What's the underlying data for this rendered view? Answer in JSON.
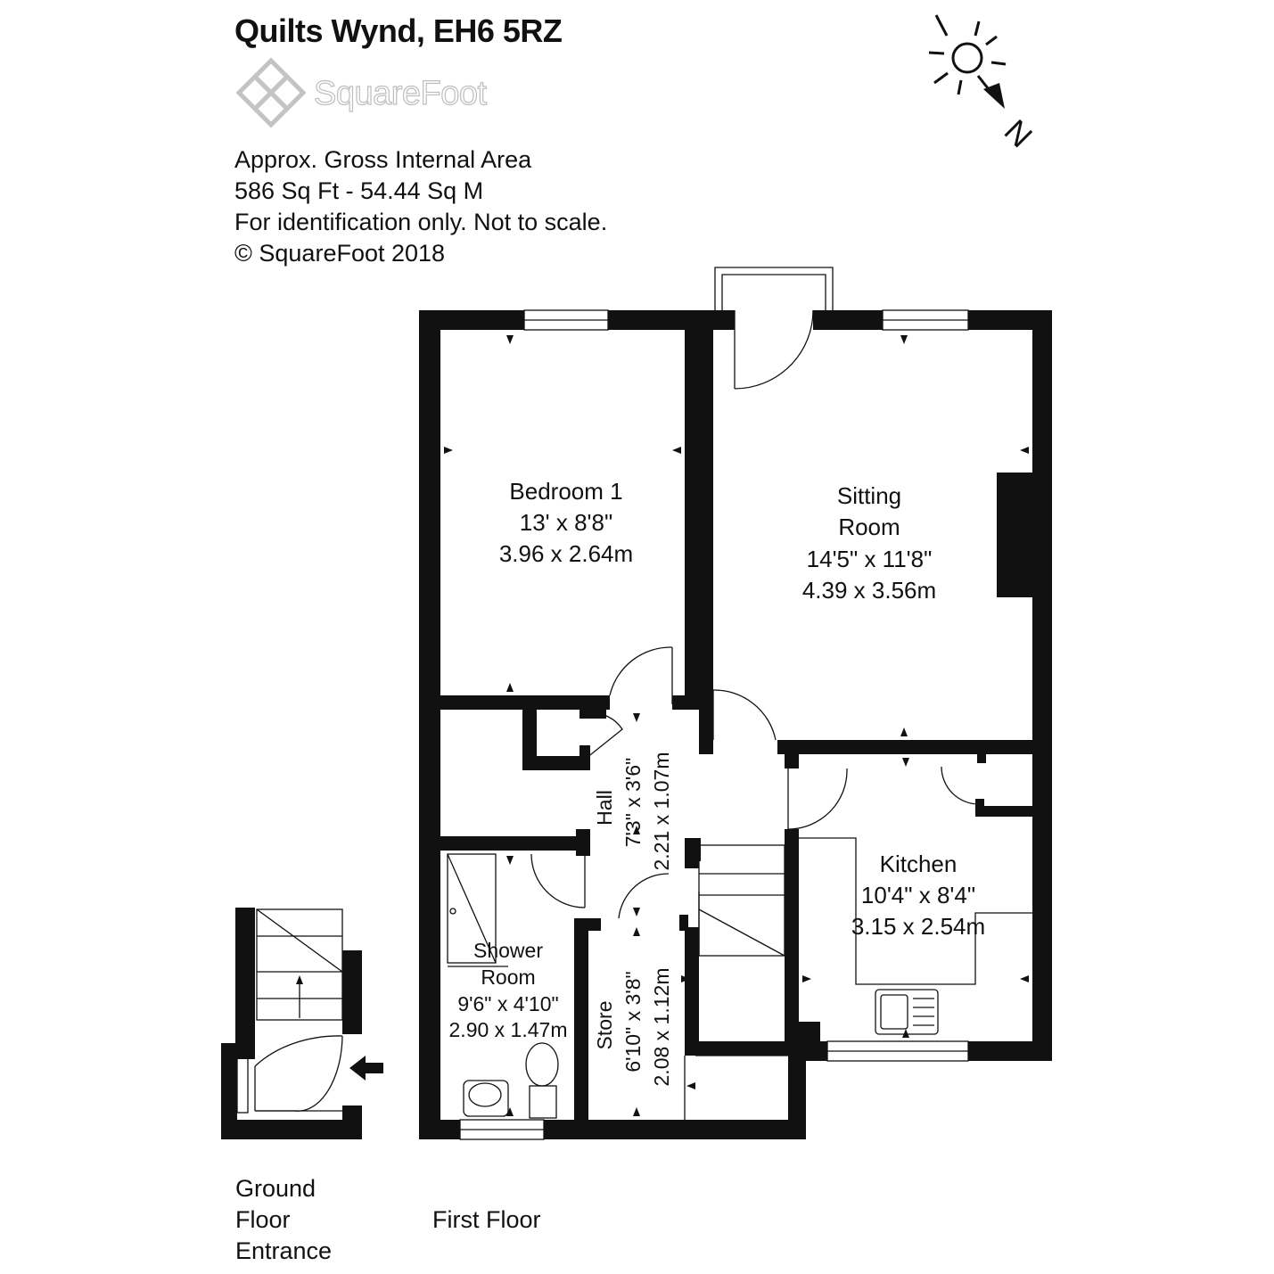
{
  "header": {
    "title": "Quilts Wynd, EH6 5RZ",
    "brand": "SquareFoot",
    "info": [
      "Approx. Gross Internal Area",
      "586 Sq Ft  -  54.44 Sq M",
      "For identification only. Not to scale.",
      "© SquareFoot 2018"
    ]
  },
  "compass": {
    "label": "N"
  },
  "rooms": {
    "bedroom1": {
      "name": "Bedroom 1",
      "imperial": "13' x 8'8\"",
      "metric": "3.96 x 2.64m"
    },
    "sitting": {
      "name1": "Sitting",
      "name2": "Room",
      "imperial": "14'5\" x 11'8\"",
      "metric": "4.39 x 3.56m"
    },
    "kitchen": {
      "name": "Kitchen",
      "imperial": "10'4\" x 8'4\"",
      "metric": "3.15 x 2.54m"
    },
    "hall": {
      "name": "Hall",
      "imperial": "7'3\" x 3'6\"",
      "metric": "2.21 x 1.07m"
    },
    "shower": {
      "name1": "Shower",
      "name2": "Room",
      "imperial": "9'6\" x 4'10\"",
      "metric": "2.90 x 1.47m"
    },
    "store": {
      "name": "Store",
      "imperial": "6'10\" x 3'8\"",
      "metric": "2.08 x 1.12m"
    }
  },
  "floors": {
    "ground": [
      "Ground",
      "Floor",
      "Entrance"
    ],
    "first": "First Floor"
  }
}
